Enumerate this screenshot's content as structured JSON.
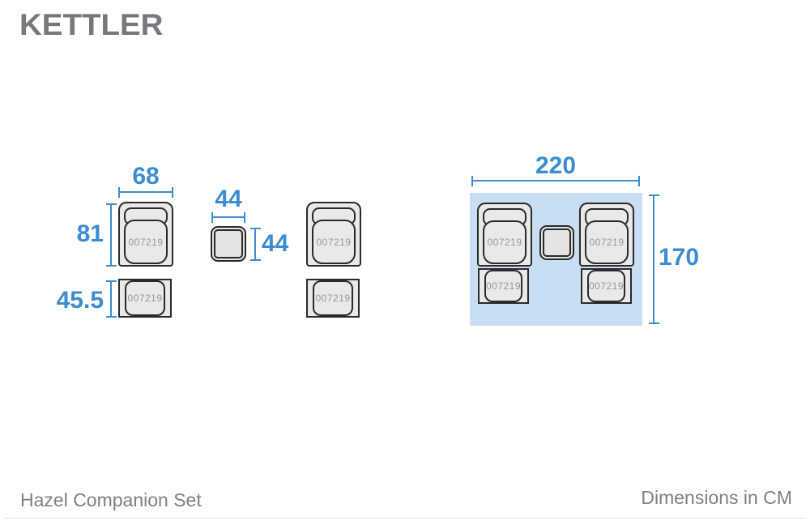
{
  "brand": {
    "logo_text": "KETTLER"
  },
  "product_code": "007219",
  "dimensions": {
    "chair_width": "68",
    "chair_depth": "81",
    "stool_depth": "45.5",
    "table_width": "44",
    "table_depth": "44",
    "set_width": "220",
    "set_depth": "170"
  },
  "footer": {
    "product_name": "Hazel Companion Set",
    "units_note": "Dimensions in CM"
  },
  "colors": {
    "accent_blue": "#3d8cd1",
    "set_panel_bg": "#c9def2",
    "piece_outline": "#2a2a2a",
    "piece_fill": "#e9e9e9",
    "code_text": "#98989a",
    "footer_text": "#7b8187",
    "logo_gray": "#77787b"
  }
}
